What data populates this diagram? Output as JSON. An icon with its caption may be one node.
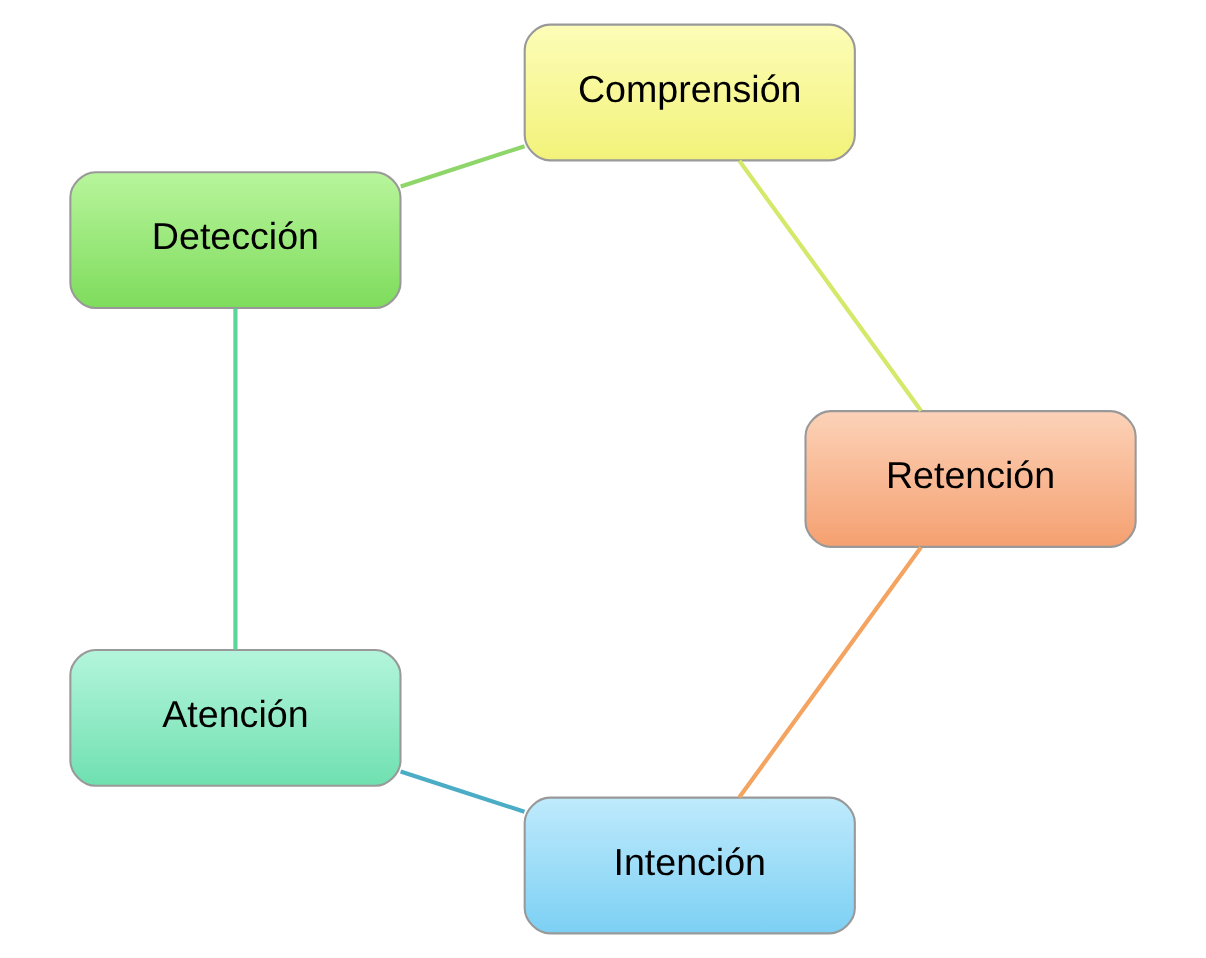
{
  "diagram": {
    "nodes": [
      {
        "text": [
          "Intención"
        ]
      },
      {
        "text": [
          "Atención"
        ]
      },
      {
        "text": [
          "Detección"
        ]
      },
      {
        "text": [
          "Comprensión"
        ]
      },
      {
        "text": [
          "Retención"
        ]
      }
    ],
    "edges": [
      {
        "from": 0,
        "to": 1,
        "arrow": "none",
        "color": "#4bacc6"
      },
      {
        "from": 1,
        "to": 2,
        "arrow": "none",
        "color": "#5ad696"
      },
      {
        "from": 2,
        "to": 3,
        "arrow": "none",
        "color": "#8fd66a"
      },
      {
        "from": 3,
        "to": 4,
        "arrow": "none",
        "color": "#d4e86a"
      },
      {
        "from": 4,
        "to": 0,
        "arrow": "none",
        "color": "#f4a460"
      }
    ]
  }
}
